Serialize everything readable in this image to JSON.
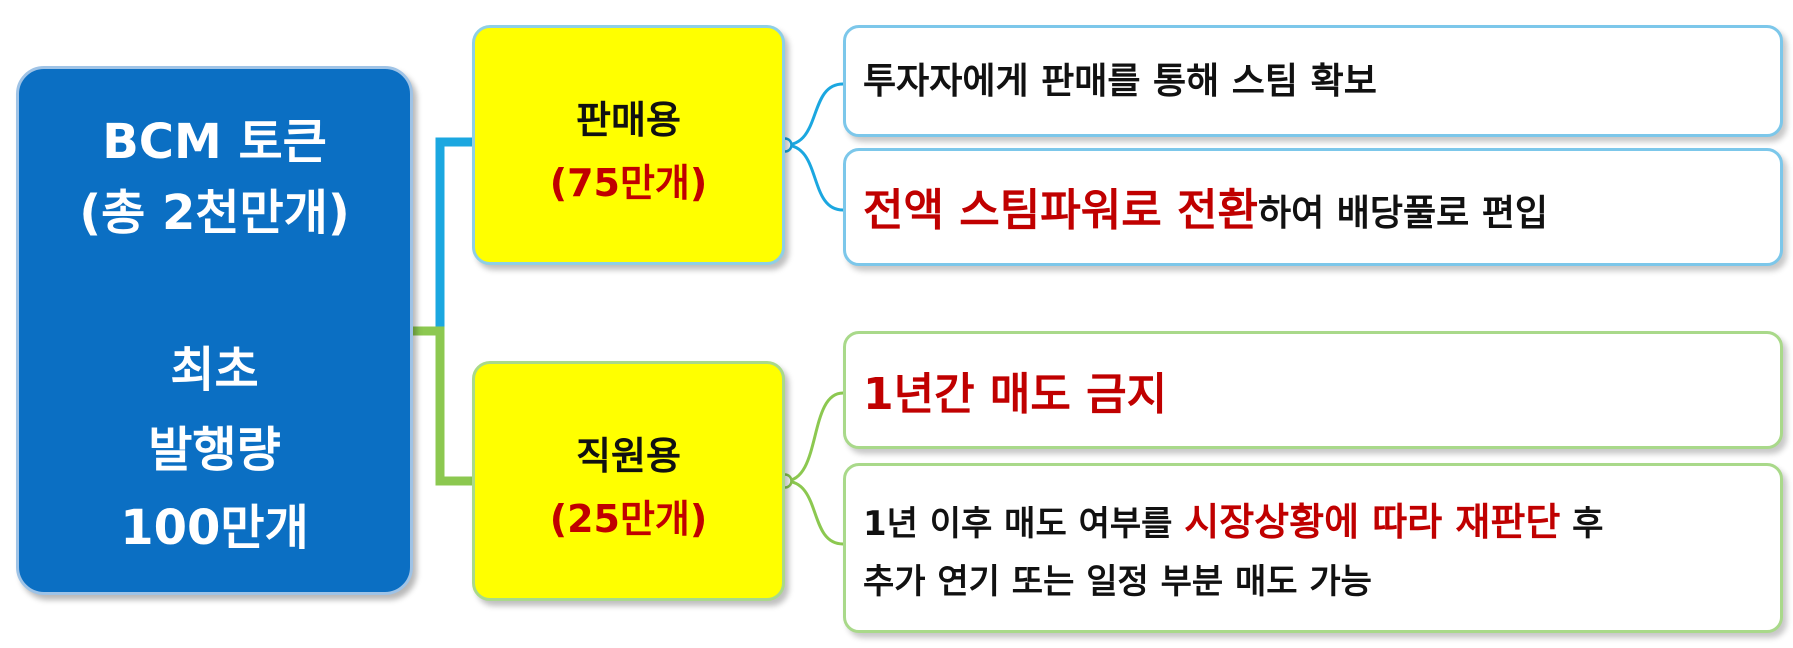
{
  "root": {
    "line1": "BCM 토큰",
    "line2": "(총 2천만개)",
    "line3": "최초",
    "line4": "발행량",
    "line5": "100만개"
  },
  "categories": [
    {
      "name": "판매용",
      "count": "(75만개)",
      "items": [
        {
          "text": "투자자에게 판매를 통해 스팀 확보"
        },
        {
          "highlight": "전액 스팀파워로 전환",
          "text": "하여 배당풀로 편입"
        }
      ]
    },
    {
      "name": "직원용",
      "count": "(25만개)",
      "items": [
        {
          "highlight": "1년간 매도 금지"
        },
        {
          "pre": "1년 이후 매도 여부를 ",
          "highlight": "시장상황에 따라 재판단",
          "post": " 후",
          "line2": "추가 연기 또는 일정 부분 매도 가능"
        }
      ]
    }
  ],
  "colors": {
    "root_fill": "#0b6fc3",
    "category_fill": "#ffff00",
    "highlight_text": "#c00000",
    "blue_connector": "#1ba7e0",
    "green_connector": "#8cc850"
  }
}
